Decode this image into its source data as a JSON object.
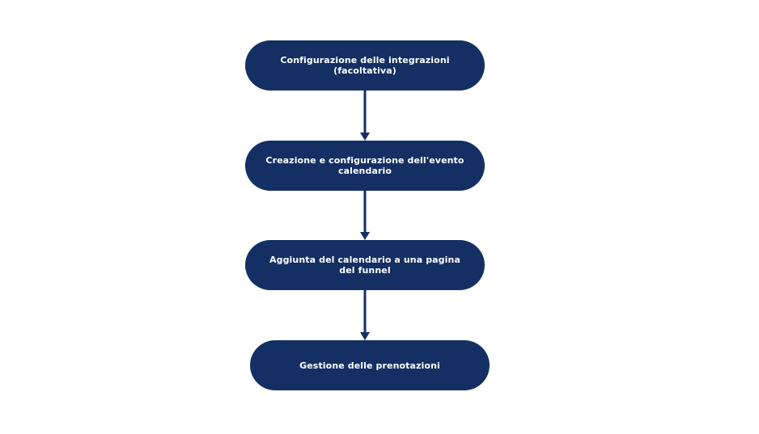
{
  "diagram": {
    "type": "flowchart",
    "colors": {
      "node_fill": "#142f63",
      "node_text": "#ffffff",
      "arrow": "#142f63",
      "background": "#ffffff"
    },
    "nodes": [
      {
        "id": "step-1",
        "label": "Configurazione delle integrazioni (facoltativa)"
      },
      {
        "id": "step-2",
        "label": "Creazione e configurazione dell'evento calendario"
      },
      {
        "id": "step-3",
        "label": "Aggiunta del calendario a una pagina del funnel"
      },
      {
        "id": "step-4",
        "label": "Gestione delle prenotazioni"
      }
    ],
    "edges": [
      {
        "from": "step-1",
        "to": "step-2"
      },
      {
        "from": "step-2",
        "to": "step-3"
      },
      {
        "from": "step-3",
        "to": "step-4"
      }
    ]
  }
}
